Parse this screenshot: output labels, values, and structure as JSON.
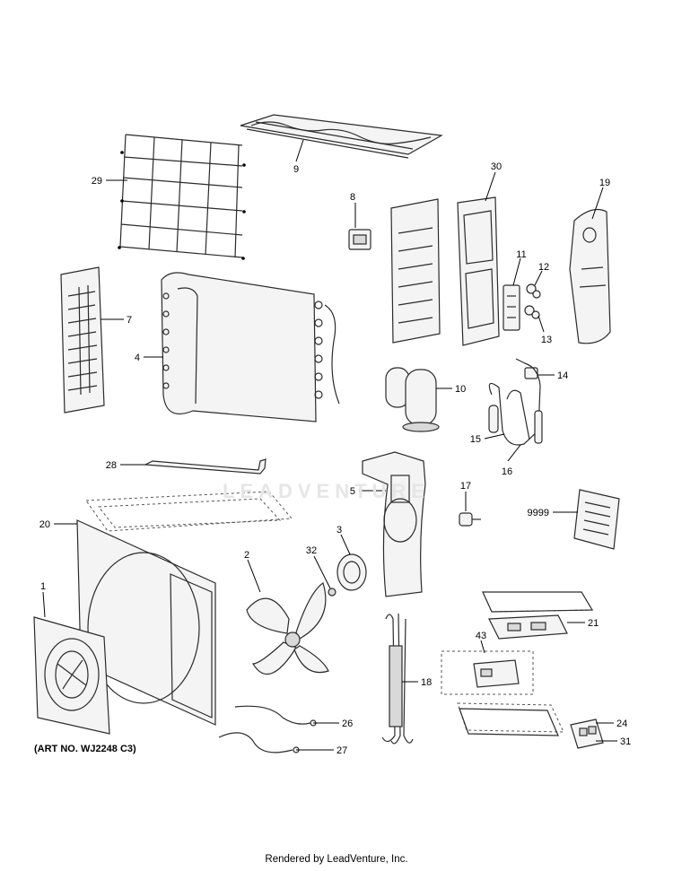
{
  "callouts": {
    "c1": "1",
    "c2": "2",
    "c3": "3",
    "c4": "4",
    "c5": "5",
    "c7": "7",
    "c8": "8",
    "c9": "9",
    "c10": "10",
    "c11": "11",
    "c12": "12",
    "c13": "13",
    "c14": "14",
    "c15": "15",
    "c16": "16",
    "c17": "17",
    "c18": "18",
    "c19": "19",
    "c20": "20",
    "c21": "21",
    "c24": "24",
    "c26": "26",
    "c27": "27",
    "c28": "28",
    "c29": "29",
    "c30": "30",
    "c31": "31",
    "c32": "32",
    "c43": "43",
    "c9999": "9999"
  },
  "art_number": "(ART NO. WJ2248 C3)",
  "watermark": "LEADVENTURE",
  "footer": "Rendered by LeadVenture, Inc."
}
